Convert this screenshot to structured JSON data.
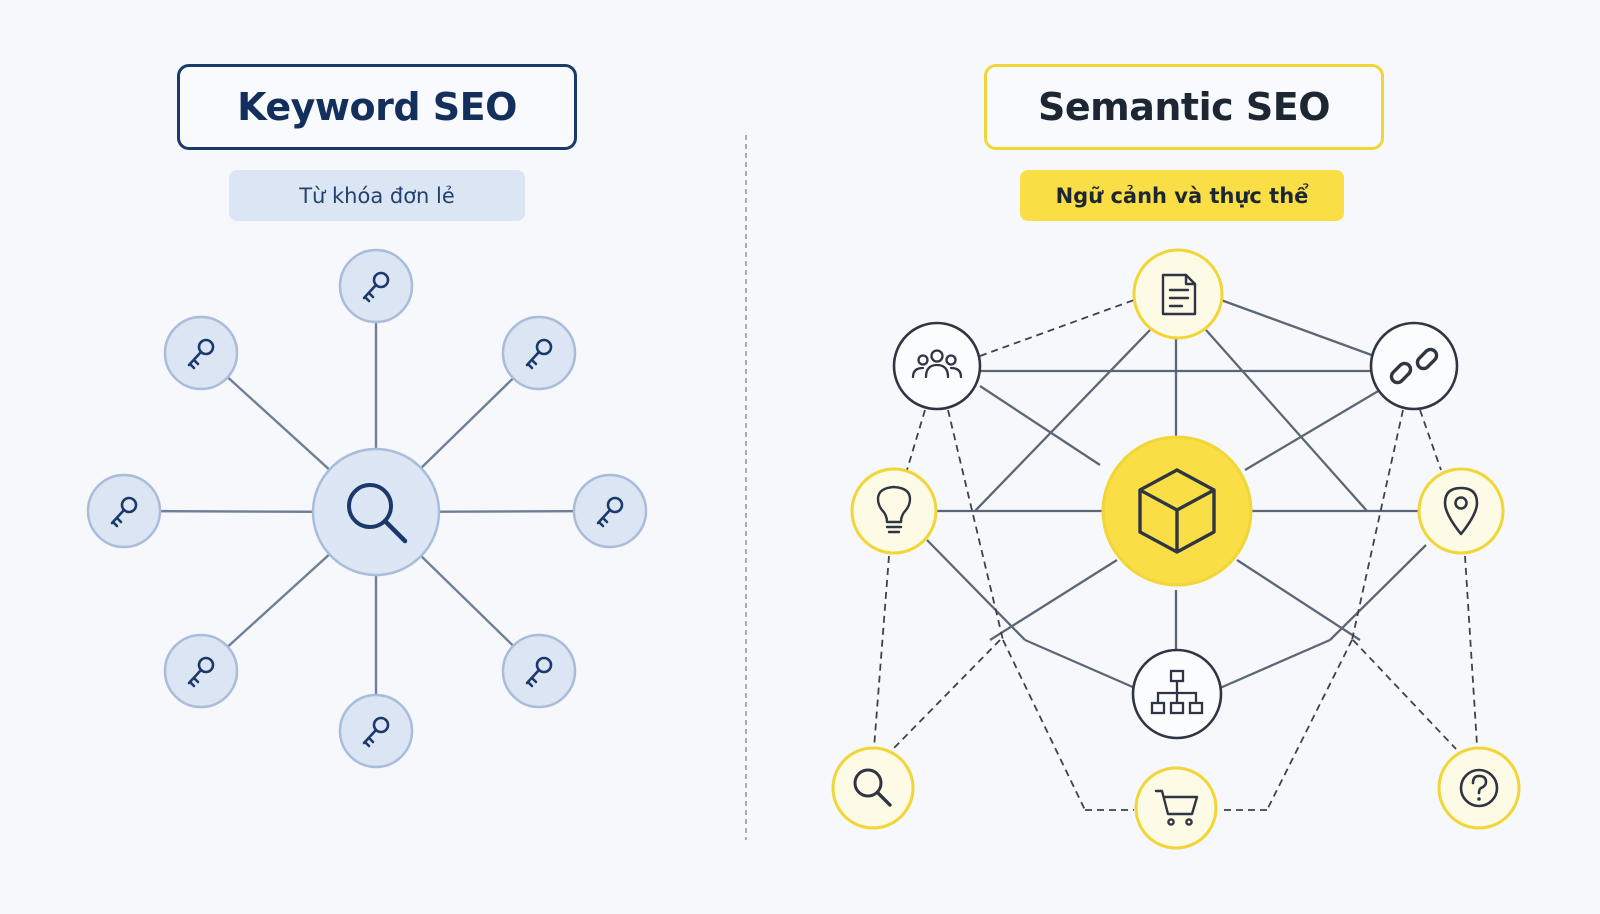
{
  "keyword_panel": {
    "title": "Keyword SEO",
    "subtitle": "Từ khóa đơn lẻ",
    "center_icon": "search-icon",
    "node_icon": "key-icon",
    "node_count": 8
  },
  "semantic_panel": {
    "title": "Semantic SEO",
    "subtitle": "Ngữ cảnh và thực thể",
    "center_icon": "cube-icon",
    "nodes": [
      {
        "id": "document",
        "icon": "document-icon"
      },
      {
        "id": "people",
        "icon": "people-icon"
      },
      {
        "id": "link",
        "icon": "link-icon"
      },
      {
        "id": "lightbulb",
        "icon": "lightbulb-icon"
      },
      {
        "id": "location",
        "icon": "location-pin-icon"
      },
      {
        "id": "hierarchy",
        "icon": "hierarchy-icon"
      },
      {
        "id": "search",
        "icon": "search-icon"
      },
      {
        "id": "cart",
        "icon": "cart-icon"
      },
      {
        "id": "question",
        "icon": "question-icon"
      }
    ]
  },
  "colors": {
    "navy": "#1b3a6b",
    "light_blue": "#dbe5f4",
    "yellow": "#f9df45",
    "yellow_border": "#f2d536",
    "dark_outline": "#2f3542",
    "line_gray": "#5d6675"
  }
}
